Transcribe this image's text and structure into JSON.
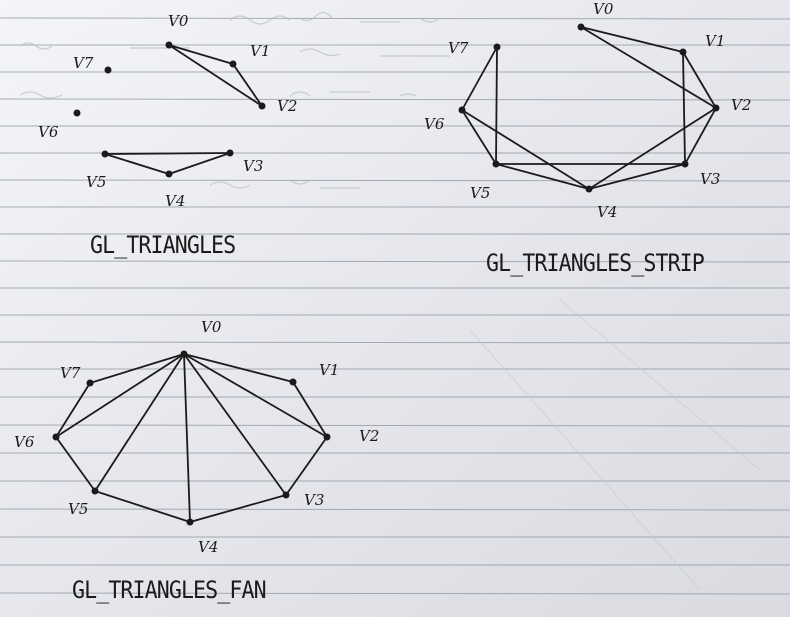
{
  "diagrams": {
    "triangles": {
      "title": "GL_TRIANGLES",
      "labels": [
        "V0",
        "V1",
        "V2",
        "V3",
        "V4",
        "V5",
        "V6",
        "V7"
      ]
    },
    "strip": {
      "title": "GL_TRIANGLES_STRIP",
      "labels": [
        "V0",
        "V1",
        "V2",
        "V3",
        "V4",
        "V5",
        "V6",
        "V7"
      ]
    },
    "fan": {
      "title": "GL_TRIANGLES_FAN",
      "labels": [
        "V0",
        "V1",
        "V2",
        "V3",
        "V4",
        "V5",
        "V6",
        "V7"
      ]
    }
  },
  "colors": {
    "paper": "#e9eaee",
    "ink": "#1b1b1b",
    "rule": "#8f93a0"
  }
}
